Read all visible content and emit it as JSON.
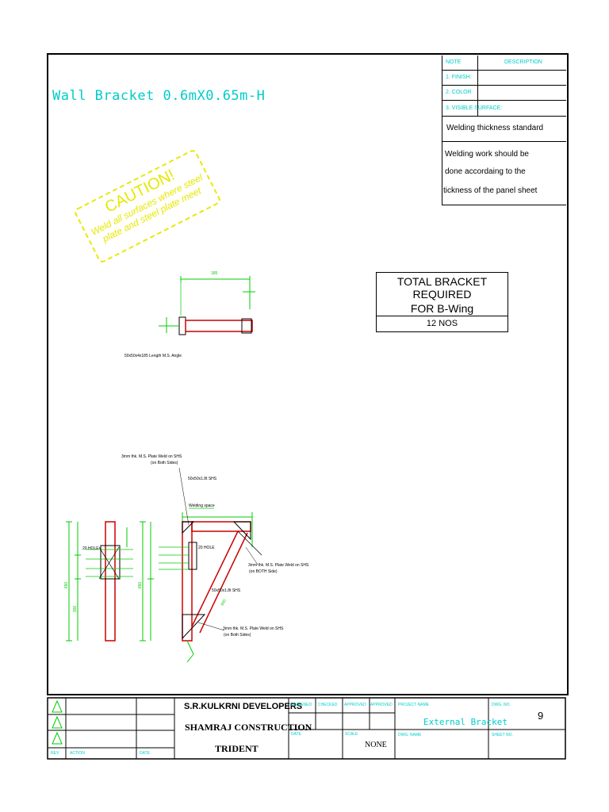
{
  "drawing": {
    "title": "Wall Bracket 0.6mX0.65m-H",
    "caution": {
      "heading": "CAUTION!",
      "line1": "Weld all surfaces where steel",
      "line2": "plate and steel plate meet"
    }
  },
  "notes": {
    "header_note": "NOTE",
    "header_description": "DESCRIPTION",
    "items": [
      {
        "label": "1. FINISH:"
      },
      {
        "label": "2. COLOR"
      },
      {
        "label": "3. VISIBLE SURFACE:"
      }
    ],
    "welding_standard": "Welding thickness standard",
    "welding_work_line1": "Welding work should be",
    "welding_work_line2": "done accordaing to the",
    "welding_work_line3": "tickness of the panel sheet"
  },
  "bracket_box": {
    "line1": "TOTAL BRACKET REQUIRED",
    "line2": "FOR B-Wing",
    "quantity": "12 NOS"
  },
  "annotations": {
    "angle_label": "50x50x4x185 Length M.S. Angle",
    "top_dim": "185",
    "plate_weld_both_1": "3mm thk. M.S. Plate Weld on SHS",
    "plate_weld_both_1b": "(on Both Sides)",
    "shs_top": "50x50x1.8t SHS",
    "welding_space": "Welding space",
    "hole_left": "20 HOLE",
    "hole_right": "20 HOLE",
    "plate_weld_diag": "3mm thk. M.S. Plate Weld on SHS",
    "plate_weld_diag_b": "(on BOTH Side)",
    "shs_diag": "50x50x1.8t SHS",
    "plate_weld_both_2": "3mm thk. M.S. Plate Weld on SHS",
    "plate_weld_both_2b": "(on Both Sides)",
    "dim_650_left": "650",
    "dim_650_right": "650",
    "dim_300": "300",
    "dim_600": "600"
  },
  "title_block": {
    "rev": "REV",
    "action": "ACTION",
    "date_col": "DATE",
    "company": "S.R.KULKRNI DEVELOPERS",
    "project_line1": "SHAMRAJ CONSTRUCTION",
    "project_line2": "TRIDENT",
    "designed": "DESIGNED",
    "checked": "CHECKED",
    "approved1": "APPROVED",
    "approved2": "APPROVED",
    "date_label": "DATE",
    "scale_label": "SCALE",
    "scale_value": "NONE",
    "project_name_label": "PROJECT NAME",
    "project_name_value": "External Bracket",
    "dwg_name_label": "DWG. NAME",
    "dwg_no_label": "DWG. NO.",
    "dwg_no_value": "9",
    "sheet_no_label": "SHEET NO."
  },
  "colors": {
    "accent_cyan": "#00cccc",
    "caution_yellow": "#e8e800",
    "member_red": "#cc0000",
    "dim_green": "#00cc00"
  }
}
